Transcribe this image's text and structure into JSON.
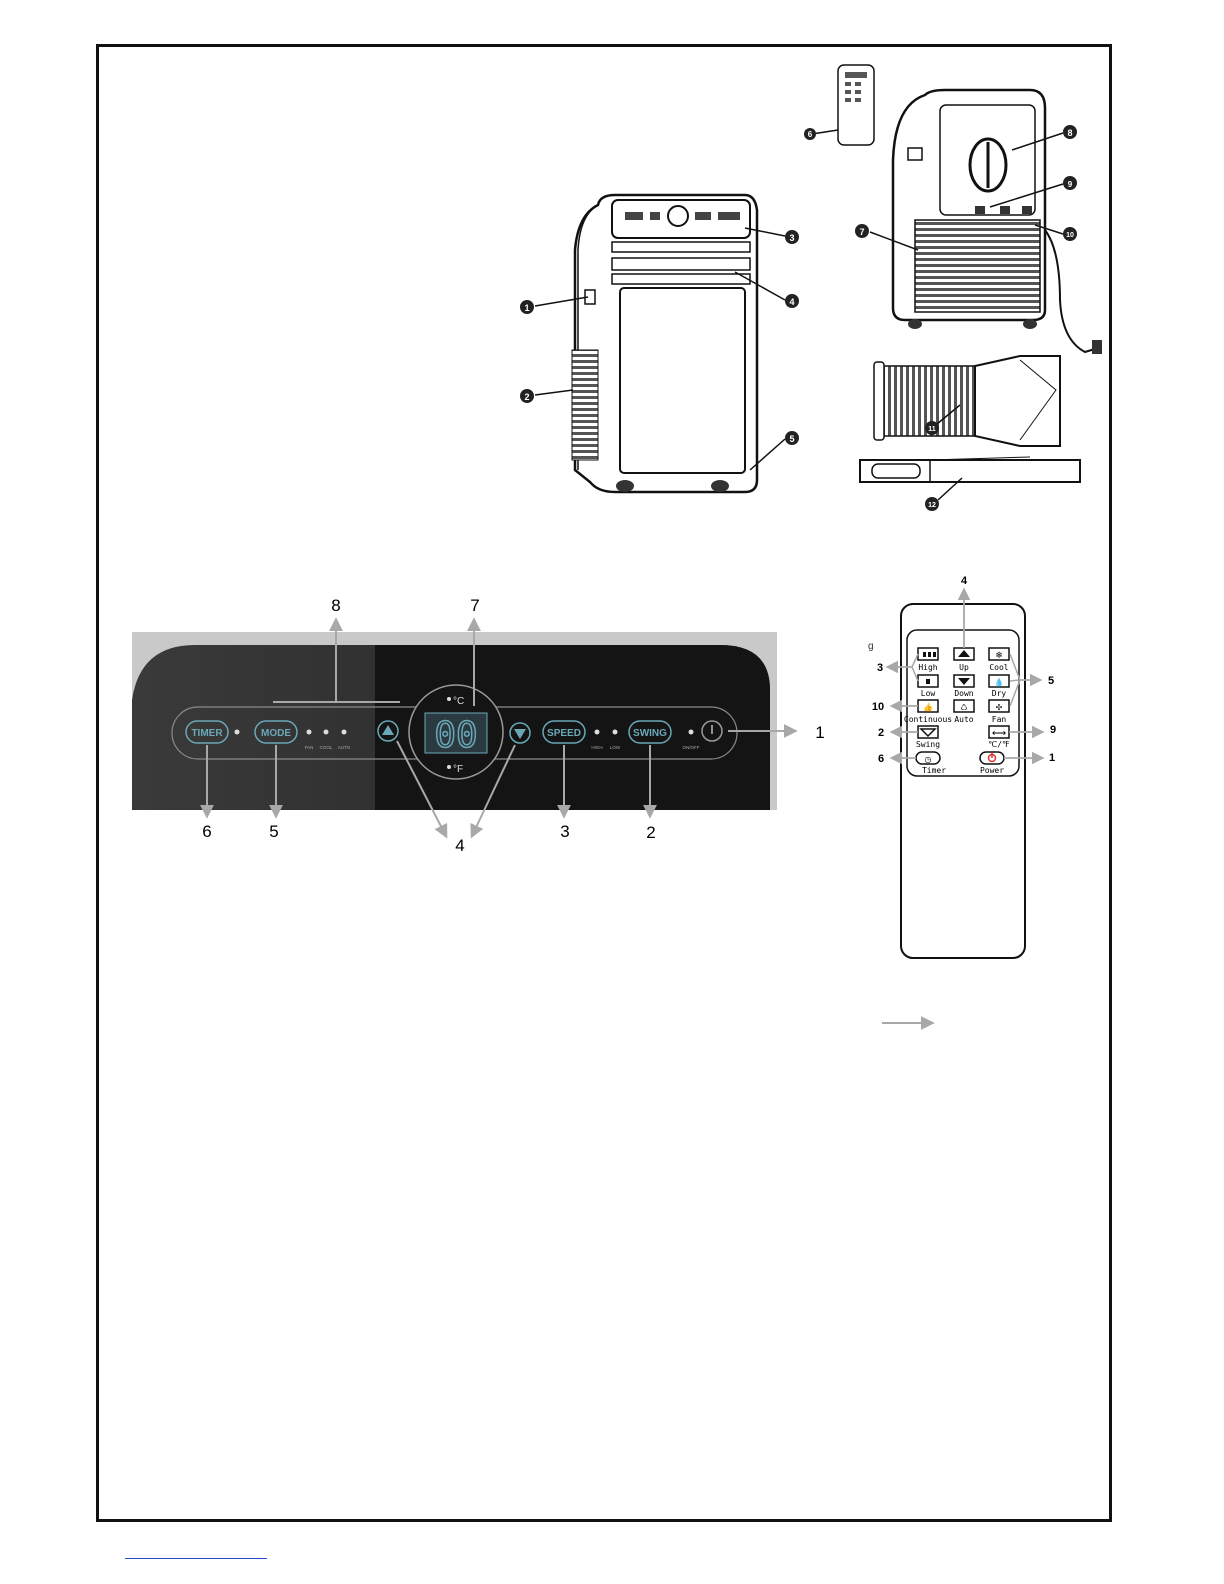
{
  "unit_callouts": [
    "1",
    "2",
    "3",
    "4",
    "5"
  ],
  "back_callouts": [
    "6",
    "7",
    "8",
    "9",
    "10",
    "11",
    "12"
  ],
  "panel": {
    "timer": "TIMER",
    "mode": "MODE",
    "speed": "SPEED",
    "swing": "SWING",
    "mode_leds": [
      "FAN",
      "COOL",
      "AUTO"
    ],
    "speed_leds": [
      "HIGH",
      "LOW"
    ],
    "power_led": "ON/OFF",
    "display": "00",
    "unit_c": "°C",
    "unit_f": "°F",
    "callouts": {
      "c8": "8",
      "c7": "7",
      "c1": "1",
      "c6": "6",
      "c5": "5",
      "c4": "4",
      "c3": "3",
      "c2": "2"
    }
  },
  "remote": {
    "labels": {
      "high": "High",
      "up": "Up",
      "cool": "Cool",
      "low": "Low",
      "down": "Down",
      "dry": "Dry",
      "continuous": "Continuous",
      "auto": "Auto",
      "fan": "Fan",
      "swing": "Swing",
      "cf": "℃/℉",
      "timer": "Timer",
      "power": "Power"
    },
    "callouts": {
      "c4": "4",
      "c3": "3",
      "c5": "5",
      "c10": "10",
      "c2": "2",
      "c9": "9",
      "c6": "6",
      "c1": "1"
    },
    "edge_glyph": "g"
  },
  "colors": {
    "accent_red": "#e03030",
    "panel_teal": "#6aa8b8",
    "arrow_grey": "#a8a8a8",
    "footer_link": "#2a4bd0"
  }
}
